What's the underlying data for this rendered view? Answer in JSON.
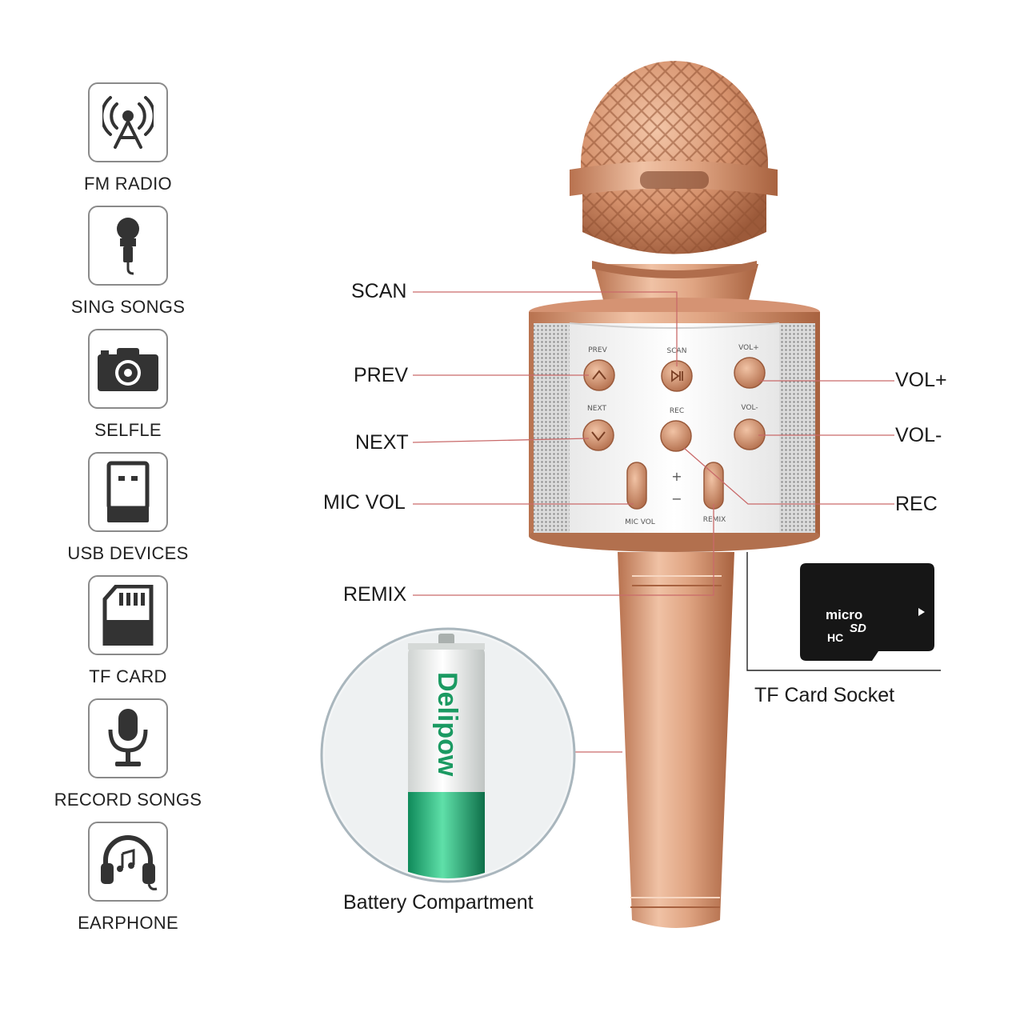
{
  "features": [
    {
      "label": "FM RADIO",
      "icon": "antenna-icon"
    },
    {
      "label": "SING SONGS",
      "icon": "microphone-icon"
    },
    {
      "label": "SELFLE",
      "icon": "camera-icon"
    },
    {
      "label": "USB DEVICES",
      "icon": "usb-icon"
    },
    {
      "label": "TF CARD",
      "icon": "sd-card-icon"
    },
    {
      "label": "RECORD SONGS",
      "icon": "studio-mic-icon"
    },
    {
      "label": "EARPHONE",
      "icon": "headphones-icon"
    }
  ],
  "callouts": {
    "scan": "SCAN",
    "prev": "PREV",
    "next": "NEXT",
    "mic_vol": "MIC VOL",
    "remix": "REMIX",
    "vol_up": "VOL+",
    "vol_down": "VOL-",
    "rec": "REC"
  },
  "panel_labels": {
    "prev": "PREV",
    "scan": "SCAN",
    "vol_up": "VOL+",
    "next": "NEXT",
    "rec": "REC",
    "vol_down": "VOL-",
    "plus": "+",
    "minus": "−",
    "mic_vol": "MIC VOL",
    "remix": "REMIX"
  },
  "captions": {
    "tf_socket": "TF Card Socket",
    "battery": "Battery Compartment"
  },
  "card_text": {
    "micro": "micro",
    "sd": "SD",
    "hc": "HC"
  },
  "battery_brand": "Delipow",
  "colors": {
    "rose_gold": "#d99a78",
    "rose_gold_dark": "#b06d4c",
    "leader_line": "#c96a6a",
    "icon_gray": "#333333",
    "box_border": "#8a8a8a"
  }
}
